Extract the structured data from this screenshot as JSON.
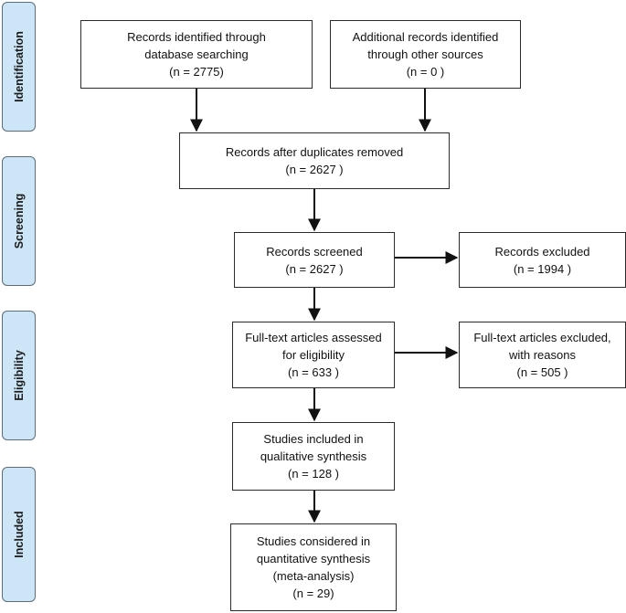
{
  "phases": {
    "identification": "Identification",
    "screening": "Screening",
    "eligibility": "Eligibility",
    "included": "Included"
  },
  "boxes": {
    "database_records": {
      "lines": [
        "Records identified through",
        "database searching",
        "(n =  2775)"
      ]
    },
    "other_records": {
      "lines": [
        "Additional records identified",
        "through other sources",
        "(n =  0 )"
      ]
    },
    "after_duplicates": {
      "lines": [
        "Records after duplicates removed",
        "(n =  2627 )"
      ]
    },
    "screened": {
      "lines": [
        "Records screened",
        "(n =  2627 )"
      ]
    },
    "excluded": {
      "lines": [
        "Records excluded",
        "(n =  1994 )"
      ]
    },
    "fulltext_assessed": {
      "lines": [
        "Full-text articles assessed",
        "for eligibility",
        "(n =  633 )"
      ]
    },
    "fulltext_excluded": {
      "lines": [
        "Full-text articles excluded,",
        "with reasons",
        "(n =  505 )"
      ]
    },
    "qualitative": {
      "lines": [
        "Studies included in",
        "qualitative synthesis",
        "(n =  128 )"
      ]
    },
    "quantitative": {
      "lines": [
        "Studies considered in",
        "quantitative synthesis",
        "(meta-analysis)",
        "(n =  29)"
      ]
    }
  },
  "colors": {
    "phase_fill": "#cce5f7",
    "phase_border": "#5d6d78",
    "box_border": "#2b2b2b",
    "arrow": "#111111"
  }
}
